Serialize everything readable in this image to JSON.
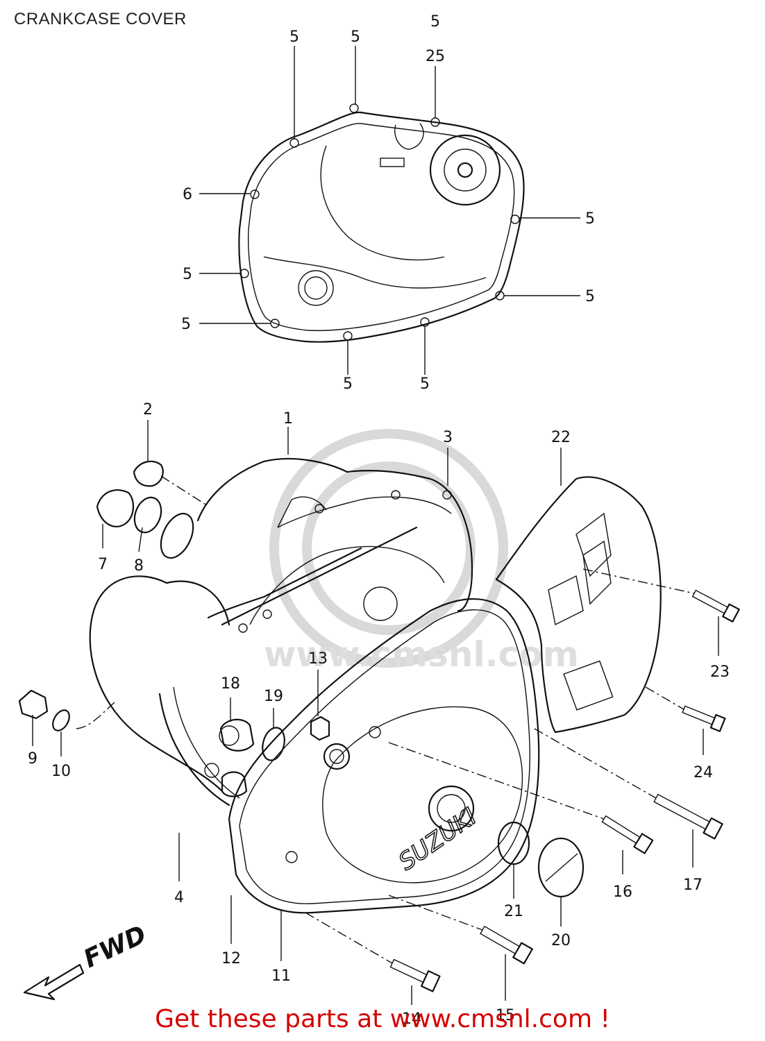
{
  "title": "CRANKCASE COVER",
  "watermark": "www.cmsnl.com",
  "direction_label": "FWD",
  "brand_mark": "SUZUKI",
  "callouts": [
    {
      "key": "5a",
      "label": "5"
    },
    {
      "key": "5b",
      "label": "5"
    },
    {
      "key": "5c",
      "label": "5"
    },
    {
      "key": "25",
      "label": "25"
    },
    {
      "key": "6",
      "label": "6"
    },
    {
      "key": "5d",
      "label": "5"
    },
    {
      "key": "5e",
      "label": "5"
    },
    {
      "key": "5f",
      "label": "5"
    },
    {
      "key": "5g",
      "label": "5"
    },
    {
      "key": "5h",
      "label": "5"
    },
    {
      "key": "5i",
      "label": "5"
    },
    {
      "key": "5j",
      "label": "5"
    },
    {
      "key": "1",
      "label": "1"
    },
    {
      "key": "2",
      "label": "2"
    },
    {
      "key": "3",
      "label": "3"
    },
    {
      "key": "22",
      "label": "22"
    },
    {
      "key": "7",
      "label": "7"
    },
    {
      "key": "8",
      "label": "8"
    },
    {
      "key": "9",
      "label": "9"
    },
    {
      "key": "10",
      "label": "10"
    },
    {
      "key": "18",
      "label": "18"
    },
    {
      "key": "19",
      "label": "19"
    },
    {
      "key": "13",
      "label": "13"
    },
    {
      "key": "23",
      "label": "23"
    },
    {
      "key": "24",
      "label": "24"
    },
    {
      "key": "4",
      "label": "4"
    },
    {
      "key": "12",
      "label": "12"
    },
    {
      "key": "11",
      "label": "11"
    },
    {
      "key": "21",
      "label": "21"
    },
    {
      "key": "20",
      "label": "20"
    },
    {
      "key": "16",
      "label": "16"
    },
    {
      "key": "17",
      "label": "17"
    },
    {
      "key": "14",
      "label": "14"
    },
    {
      "key": "15",
      "label": "15"
    }
  ],
  "footer": "Get these parts at www.cmsnl.com !"
}
